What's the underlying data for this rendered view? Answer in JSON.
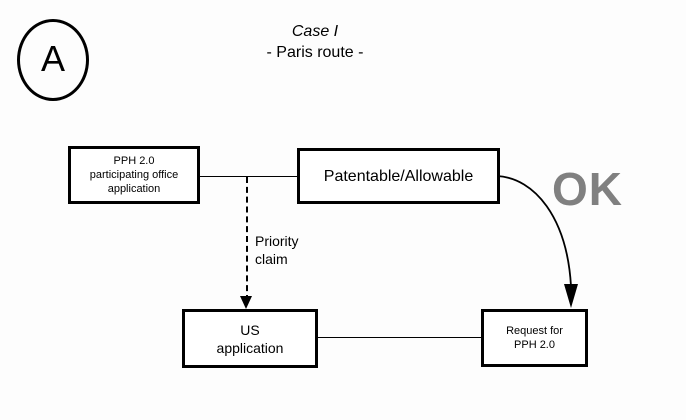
{
  "figure": {
    "badge": {
      "label": "A"
    },
    "title": {
      "main": "Case I",
      "sub": "- Paris route -"
    },
    "nodes": [
      {
        "id": "pph-office",
        "label": "PPH 2.0\nparticipating office\napplication"
      },
      {
        "id": "patentable",
        "label": "Patentable/Allowable"
      },
      {
        "id": "us-application",
        "label": "US\napplication"
      },
      {
        "id": "request-pph",
        "label": "Request for\nPPH 2.0"
      }
    ],
    "edges": [
      {
        "id": "office-to-patentable",
        "style": "solid",
        "label": ""
      },
      {
        "id": "priority-claim",
        "style": "dashed",
        "label": "Priority\nclaim"
      },
      {
        "id": "us-to-request",
        "style": "solid",
        "label": ""
      },
      {
        "id": "patentable-to-request",
        "style": "curved",
        "label": ""
      }
    ],
    "annotation": {
      "ok_label": "OK",
      "ok_color": "#808080"
    },
    "colors": {
      "stroke": "#000000",
      "background": "#fdfdfd",
      "ok_gray": "#808080"
    }
  }
}
